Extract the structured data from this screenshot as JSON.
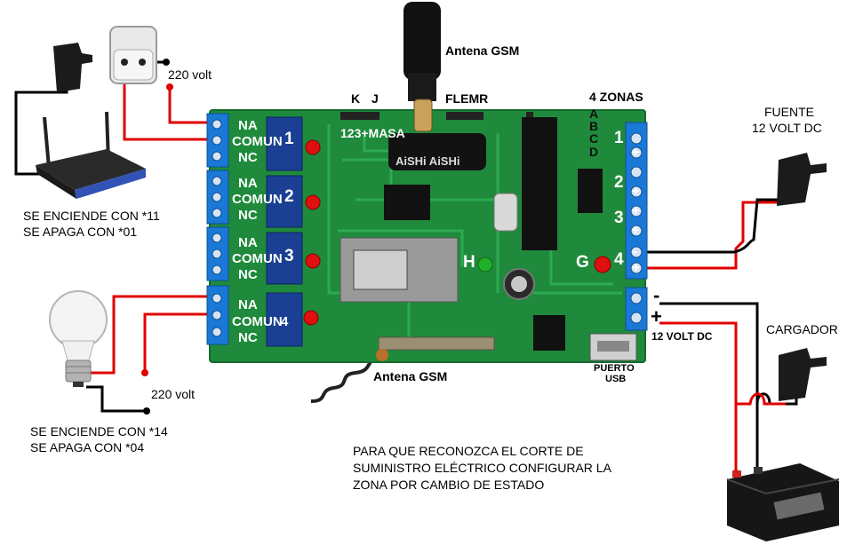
{
  "labels": {
    "antenna_top": "Antena GSM",
    "antenna_bottom": "Antena GSM",
    "k": "K",
    "j": "J",
    "flemr": "FLEMR",
    "zones_title": "4 ZONAS",
    "zone_letters": [
      "A",
      "B",
      "C",
      "D"
    ],
    "zone_numbers": [
      "1",
      "2",
      "3",
      "4"
    ],
    "zone_plus": "+",
    "zone_minus": "-",
    "masa": "123+MASA",
    "relay_na": "NA",
    "relay_comun": "COMUN",
    "relay_nc": "NC",
    "relay_numbers": [
      "1",
      "2",
      "3",
      "4"
    ],
    "h": "H",
    "g": "G",
    "volt_220_top": "220 volt",
    "volt_220_bottom": "220 volt",
    "router_text": [
      "SE ENCIENDE CON *11",
      "SE APAGA CON *01"
    ],
    "lamp_text": [
      "SE ENCIENDE CON *14",
      "SE APAGA CON *04"
    ],
    "fuente": [
      "FUENTE",
      "12 VOLT DC"
    ],
    "cargador": "CARGADOR",
    "volt_12": "12 VOLT DC",
    "power_minus": "-",
    "power_plus": "+",
    "puerto_usb": [
      "PUERTO",
      "USB"
    ],
    "note": [
      "PARA QUE RECONOZCA EL CORTE DE",
      "SUMINISTRO ELÉCTRICO CONFIGURAR LA",
      "ZONA POR CAMBIO DE ESTADO"
    ]
  },
  "colors": {
    "pcb": "#1f8a3c",
    "pcb_trace": "#2fae55",
    "terminal": "#1a78d6",
    "wire_red": "#e00000",
    "wire_black": "#000000",
    "led_red": "#e01010",
    "led_green": "#22b02a",
    "relay_blue": "#1a3f93"
  },
  "icons": [
    "router-icon",
    "power-socket-icon",
    "power-adapter-icon",
    "light-bulb-icon",
    "battery-icon",
    "gsm-antenna-icon"
  ]
}
